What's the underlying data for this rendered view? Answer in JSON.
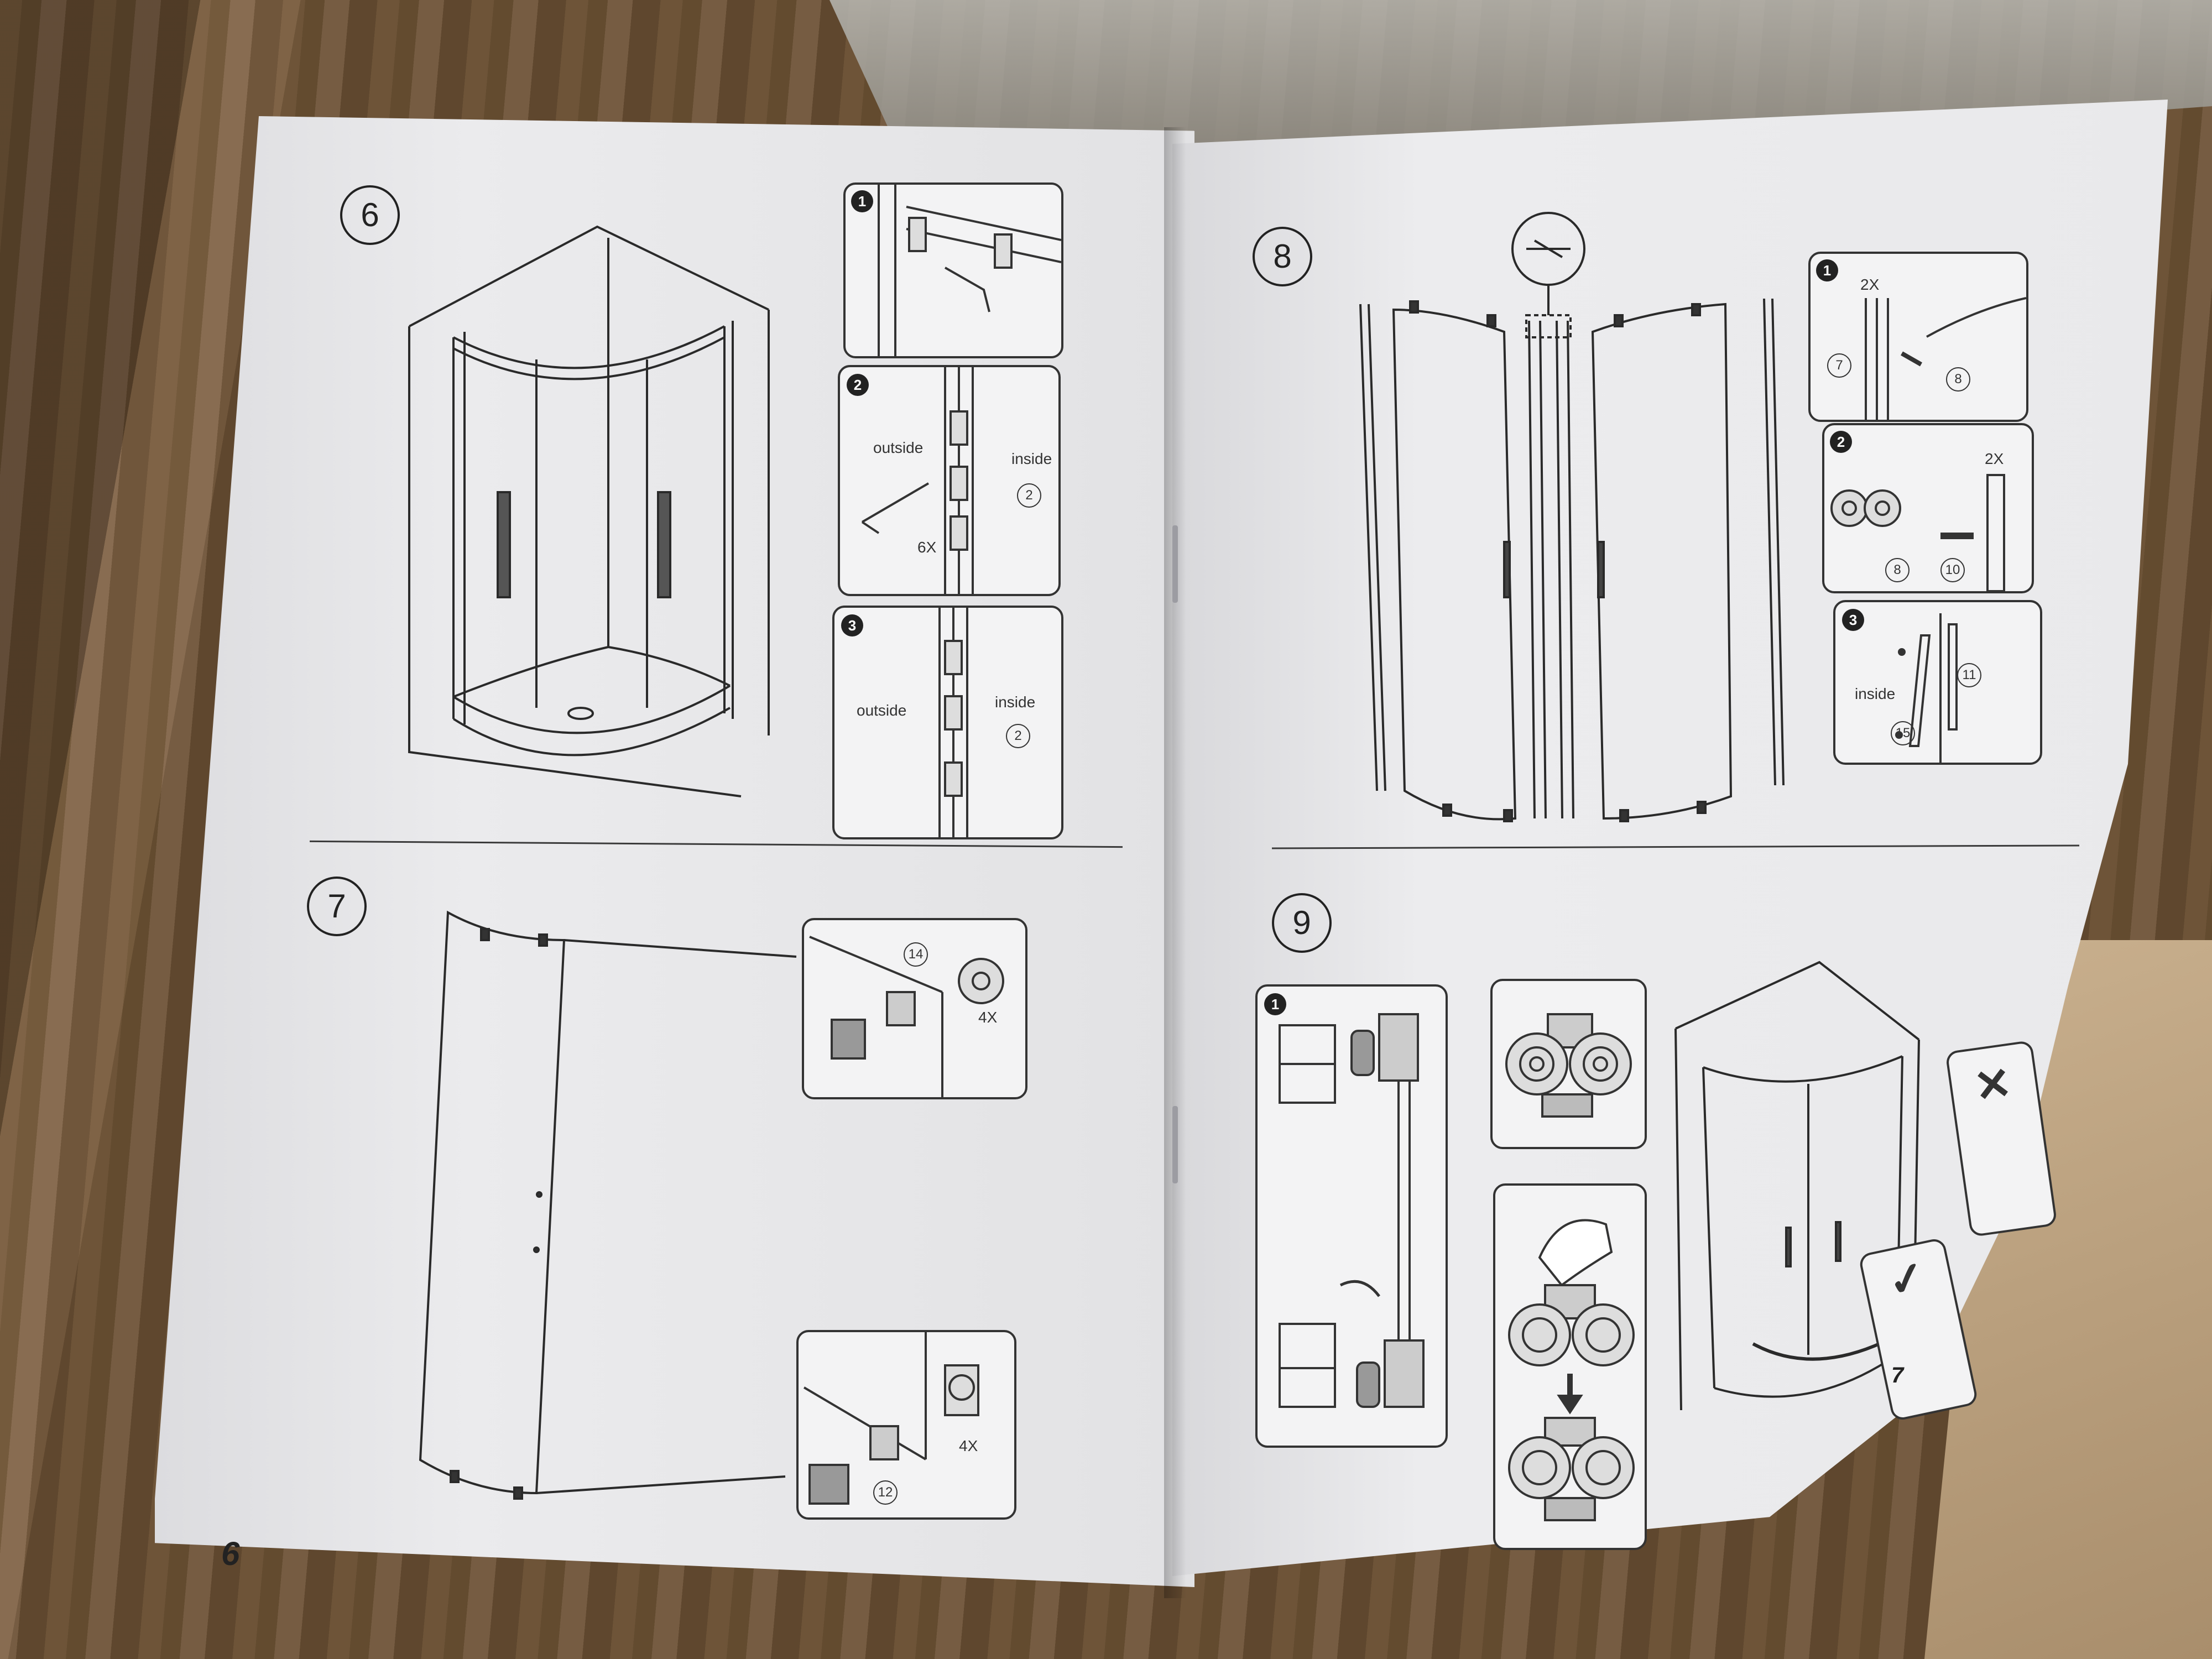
{
  "left_page": {
    "page_number": "6",
    "step6": {
      "number": "6",
      "panels": [
        {
          "badge": "1"
        },
        {
          "badge": "2",
          "outside": "outside",
          "inside": "inside",
          "part": "2",
          "qty": "6X"
        },
        {
          "badge": "3",
          "outside": "outside",
          "inside": "inside",
          "part": "2"
        }
      ]
    },
    "step7": {
      "number": "7",
      "top_detail": {
        "part": "14",
        "qty": "4X"
      },
      "bottom_detail": {
        "part": "12",
        "qty": "4X"
      }
    }
  },
  "right_page": {
    "page_number": "7",
    "step8": {
      "number": "8",
      "panels": [
        {
          "badge": "1",
          "qty": "2X",
          "part_a": "7",
          "part_b": "8"
        },
        {
          "badge": "2",
          "qty": "2X",
          "part_a": "8",
          "part_b": "10"
        },
        {
          "badge": "3",
          "inside": "inside",
          "part_a": "15",
          "part_b": "11"
        }
      ]
    },
    "step9": {
      "number": "9",
      "badge": "1",
      "wrong_mark": "✕",
      "right_mark": "✓"
    }
  },
  "colors": {
    "ink": "#222222",
    "paper": "#ececed",
    "wood": "#6b5238"
  }
}
